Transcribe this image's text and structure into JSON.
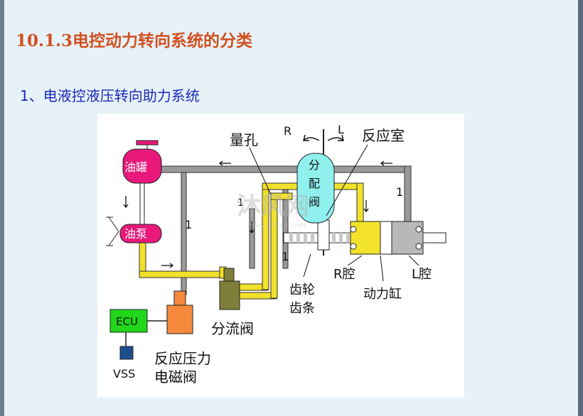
{
  "slide": {
    "title": "10.1.3电控动力转向系统的分类",
    "subtitle": "1、电液控液压转向助力系统"
  },
  "diagram": {
    "labels": {
      "liang_kong": "量孔",
      "fan_ying_shi": "反应室",
      "R": "R",
      "L": "L",
      "fen": "分",
      "pei": "配",
      "fa": "阀",
      "you_guan": "油罐",
      "you_beng": "油泵",
      "num_1_a": "1",
      "num_1_b": "1",
      "num_1_c": "1",
      "num_1_d": "1",
      "chi_lun": "齿轮",
      "chi_tiao": "齿条",
      "r_qiang": "R腔",
      "l_qiang": "L腔",
      "dong_li_gang": "动力缸",
      "fen_liu_fa": "分流阀",
      "fan_ying_ya_li": "反应压力",
      "dian_ci_fa": "电磁阀",
      "ecu": "ECU",
      "vss": "VSS"
    },
    "watermark": "沐风网",
    "watermark_url": "www.mfcad.com",
    "colors": {
      "return_line": "#9a9a9a",
      "pressure_line": "#f2e22a",
      "tank": "#e8197a",
      "valve": "#8ff0ee",
      "flow_valve": "#7f7f3a",
      "solenoid": "#f58a3d",
      "ecu": "#22d61a",
      "vss": "#1d4f8f",
      "cylinder": "#b8b8b8",
      "title": "#d2501e",
      "subtitle": "#1a2ab8"
    }
  }
}
